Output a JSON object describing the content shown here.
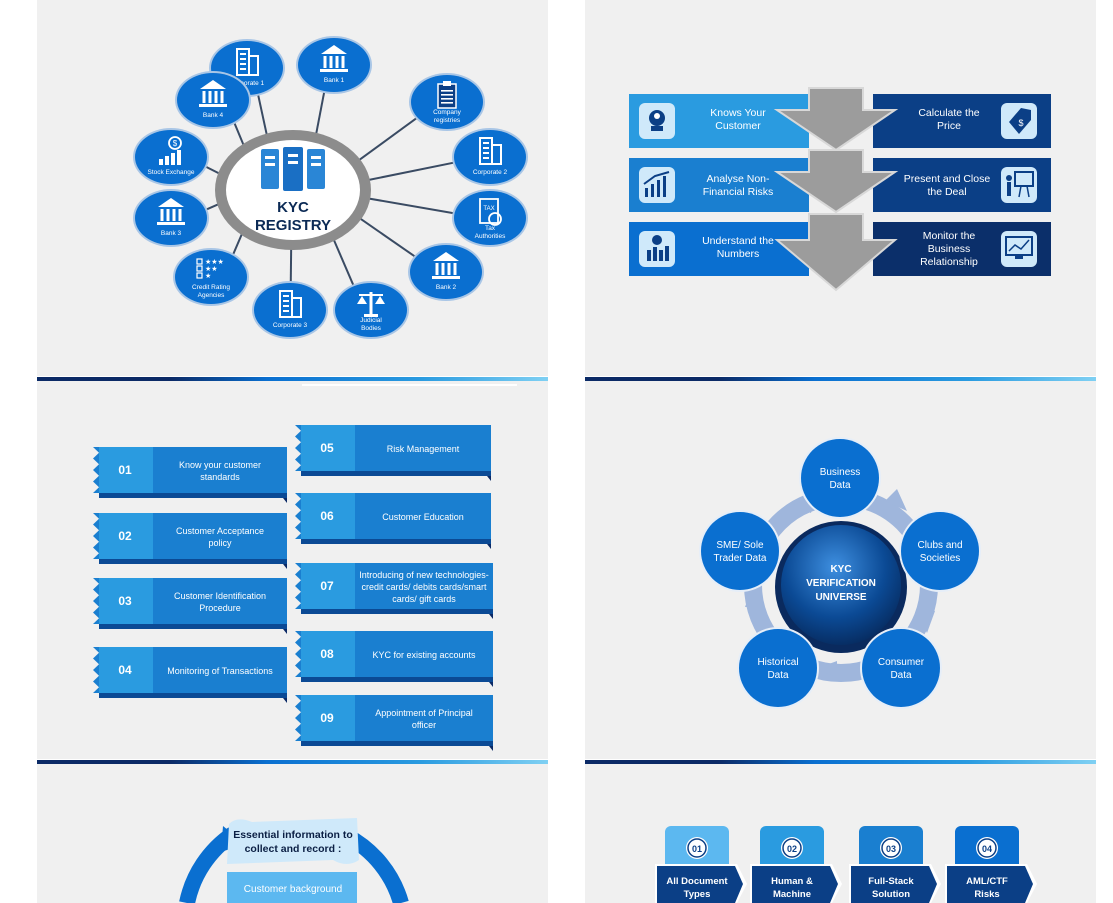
{
  "colors": {
    "dark": "#0b3f86",
    "mid": "#0a6fd0",
    "light": "#2a9be0",
    "pale": "#5cb8f0",
    "gray": "#9a9a9a",
    "bg": "#f0f0f0"
  },
  "registry": {
    "center_line1": "KYC",
    "center_line2": "REGISTRY",
    "nodes": [
      {
        "label": "Corporate 1",
        "icon": "building-icon"
      },
      {
        "label": "Bank 1",
        "icon": "bank-icon"
      },
      {
        "label": "Company registries",
        "icon": "clipboard-icon"
      },
      {
        "label": "Corporate 2",
        "icon": "building-icon"
      },
      {
        "label": "Tax Authorities",
        "icon": "tax-document-icon"
      },
      {
        "label": "Bank 2",
        "icon": "bank-icon"
      },
      {
        "label": "Judicial Bodies",
        "icon": "scales-icon"
      },
      {
        "label": "Corporate 3",
        "icon": "building-icon"
      },
      {
        "label": "Credit Rating Agencies",
        "icon": "rating-icon"
      },
      {
        "label": "Bank 3",
        "icon": "bank-icon"
      },
      {
        "label": "Stock Exchange",
        "icon": "stock-chart-icon"
      },
      {
        "label": "Bank 4",
        "icon": "bank-icon"
      }
    ]
  },
  "process": {
    "left": [
      {
        "l1": "Knows Your",
        "l2": "Customer",
        "icon": "customer-search-icon"
      },
      {
        "l1": "Analyse Non-",
        "l2": "Financial Risks",
        "icon": "risk-chart-icon"
      },
      {
        "l1": "Understand the",
        "l2": "Numbers",
        "icon": "money-chart-icon"
      }
    ],
    "right": [
      {
        "l1": "Calculate the",
        "l2": "Price",
        "l3": "",
        "icon": "price-tag-icon"
      },
      {
        "l1": "Present and Close",
        "l2": "the Deal",
        "l3": "",
        "icon": "presentation-icon"
      },
      {
        "l1": "Monitor the",
        "l2": "Business",
        "l3": "Relationship",
        "icon": "monitor-icon"
      }
    ]
  },
  "banners": {
    "left": [
      {
        "num": "01",
        "l1": "Know your customer",
        "l2": "standards"
      },
      {
        "num": "02",
        "l1": "Customer Acceptance",
        "l2": "policy"
      },
      {
        "num": "03",
        "l1": "Customer Identification",
        "l2": "Procedure"
      },
      {
        "num": "04",
        "l1": "Monitoring of Transactions",
        "l2": ""
      }
    ],
    "right": [
      {
        "num": "05",
        "l1": "Risk Management",
        "l2": "",
        "l3": ""
      },
      {
        "num": "06",
        "l1": "Customer Education",
        "l2": "",
        "l3": ""
      },
      {
        "num": "07",
        "l1": "Introducing of new technologies-",
        "l2": "credit cards/ debits cards/smart",
        "l3": "cards/ gift cards"
      },
      {
        "num": "08",
        "l1": "KYC for existing accounts",
        "l2": "",
        "l3": ""
      },
      {
        "num": "09",
        "l1": "Appointment of Principal",
        "l2": "officer",
        "l3": ""
      }
    ]
  },
  "universe": {
    "center_l1": "KYC",
    "center_l2": "VERIFICATION",
    "center_l3": "UNIVERSE",
    "nodes": [
      {
        "l1": "Business",
        "l2": "Data"
      },
      {
        "l1": "Clubs and",
        "l2": "Societies"
      },
      {
        "l1": "Consumer",
        "l2": "Data"
      },
      {
        "l1": "Historical",
        "l2": "Data"
      },
      {
        "l1": "SME/ Sole",
        "l2": "Trader Data"
      }
    ]
  },
  "essential": {
    "title_l1": "Essential information to",
    "title_l2": "collect and record :",
    "item1": "Customer background"
  },
  "steps": [
    {
      "num": "01",
      "l1": "All Document",
      "l2": "Types"
    },
    {
      "num": "02",
      "l1": "Human &",
      "l2": "Machine"
    },
    {
      "num": "03",
      "l1": "Full-Stack",
      "l2": "Solution"
    },
    {
      "num": "04",
      "l1": "AML/CTF",
      "l2": "Risks"
    }
  ]
}
